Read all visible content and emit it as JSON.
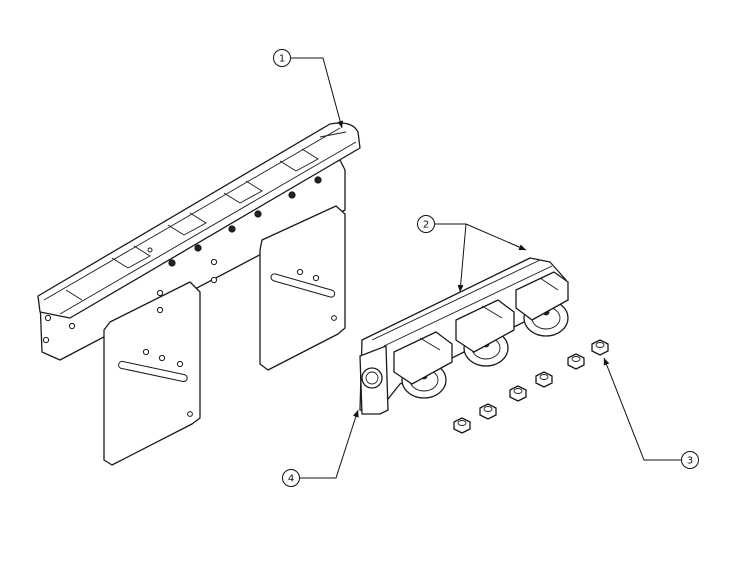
{
  "balloons": [
    {
      "id": "callout-1",
      "label": "1"
    },
    {
      "id": "callout-2",
      "label": "2"
    },
    {
      "id": "callout-3",
      "label": "3"
    },
    {
      "id": "callout-4",
      "label": "4"
    }
  ],
  "colors": {
    "line": "#1a1a1a",
    "background": "#ffffff"
  }
}
